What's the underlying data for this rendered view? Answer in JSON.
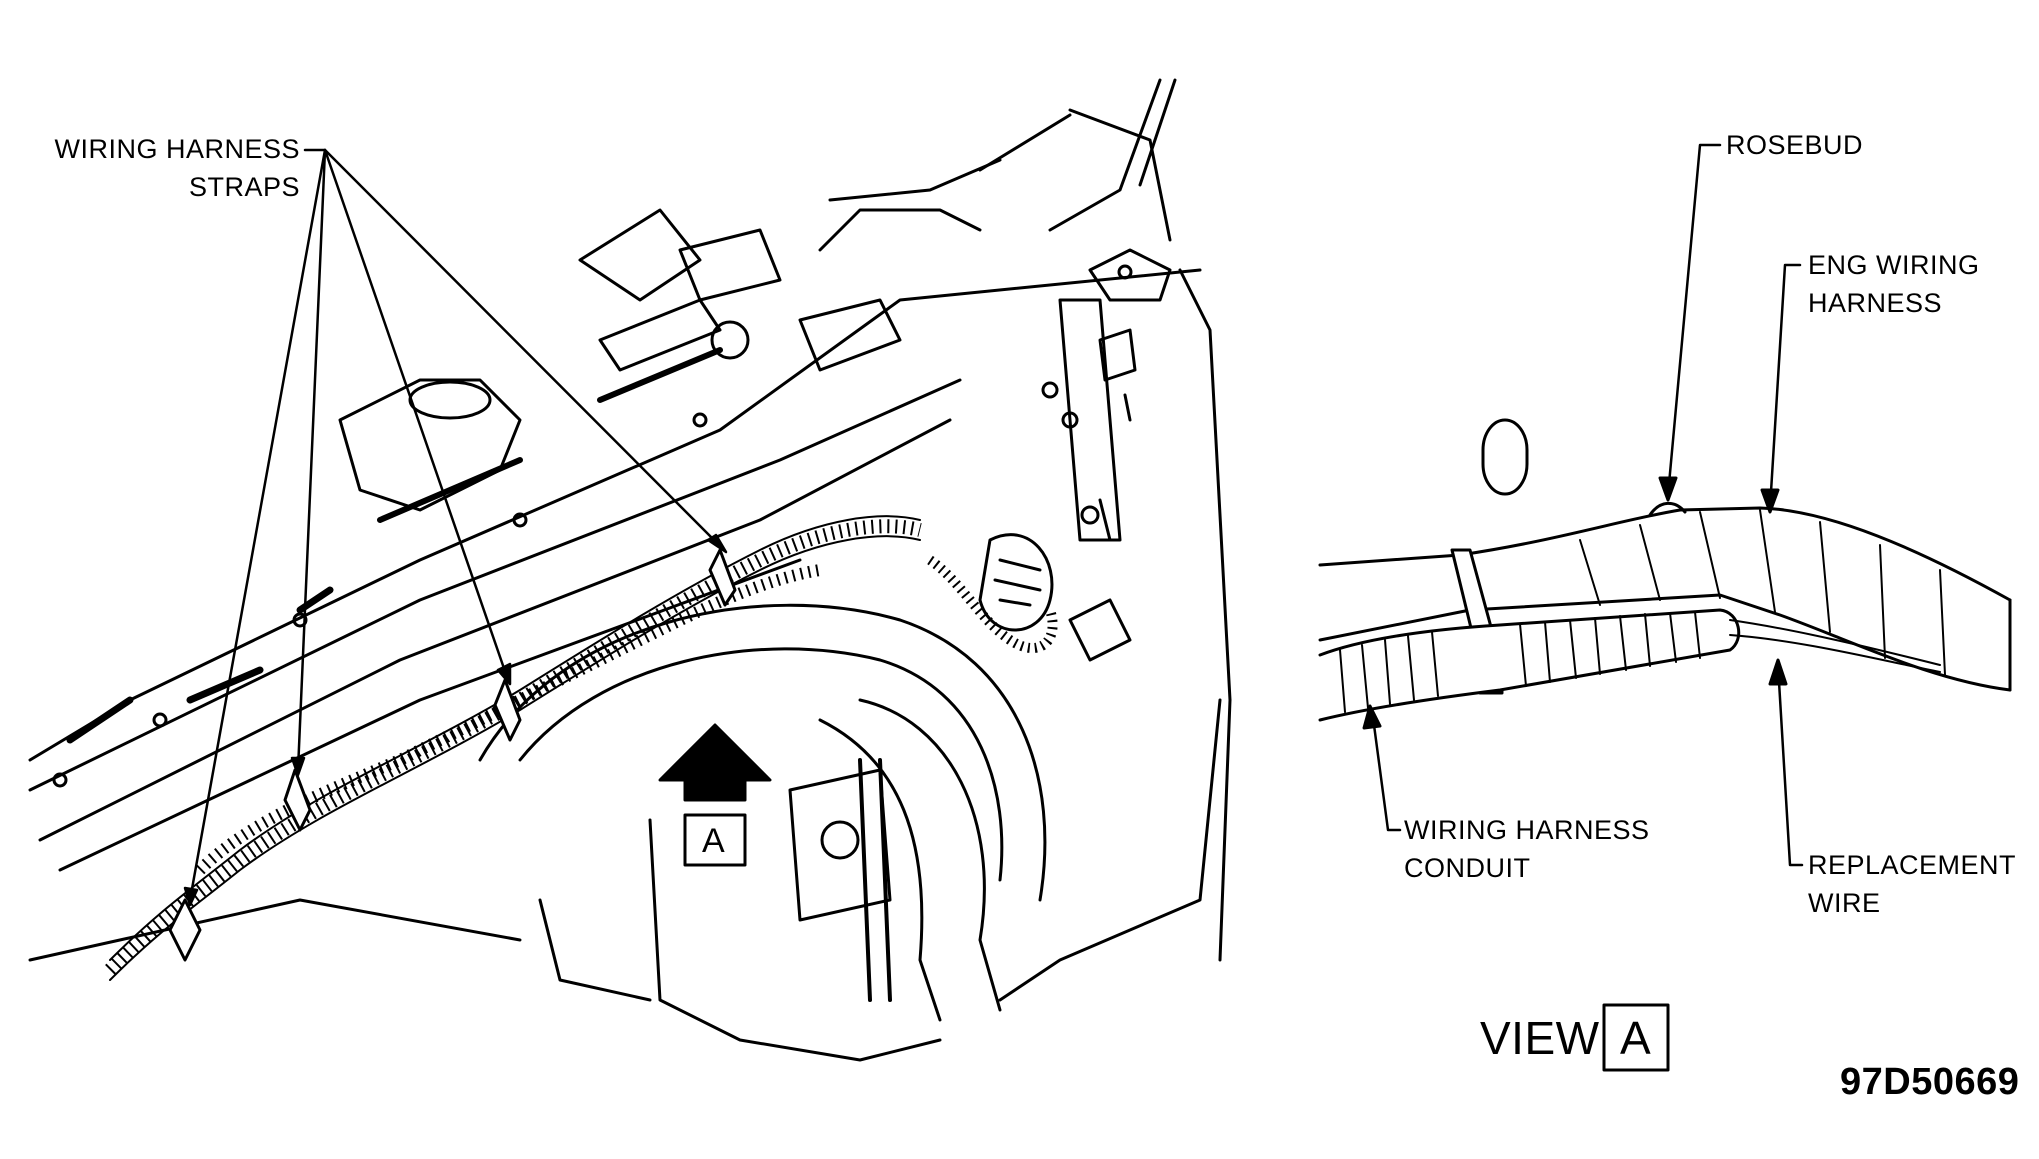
{
  "labels": {
    "straps": [
      "WIRING HARNESS",
      "STRAPS"
    ],
    "rosebud": "ROSEBUD",
    "eng_harness": [
      "ENG WIRING",
      "HARNESS"
    ],
    "conduit": [
      "WIRING HARNESS",
      "CONDUIT"
    ],
    "replacement": [
      "REPLACEMENT",
      "WIRE"
    ],
    "view_word": "VIEW",
    "view_letter": "A",
    "arrow_letter": "A",
    "figure_id": "97D50669"
  }
}
